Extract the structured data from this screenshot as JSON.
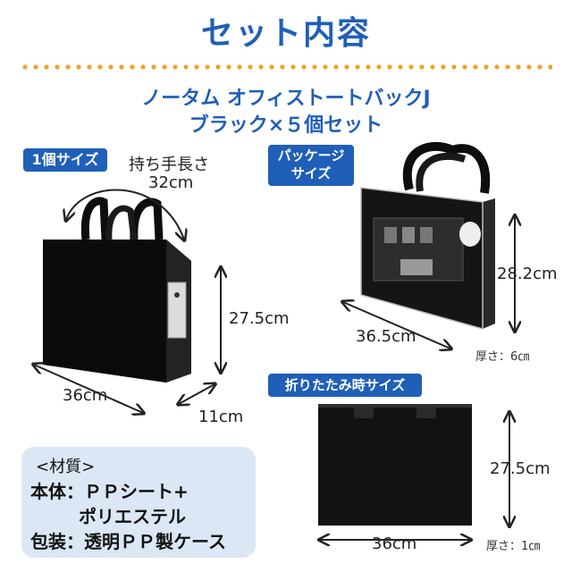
{
  "header": {
    "title": "セット内容",
    "product_line1": "ノータム オフィストートバックJ",
    "product_line2": "ブラック×５個セット"
  },
  "single": {
    "badge": "1個サイズ",
    "handle_label": "持ち手長さ",
    "handle_value": "32cm",
    "height": "27.5cm",
    "width": "36cm",
    "depth": "11cm"
  },
  "package": {
    "badge_line1": "パッケージ",
    "badge_line2": "サイズ",
    "height": "28.2cm",
    "width": "36.5cm",
    "thickness": "厚さ：6㎝"
  },
  "folded": {
    "badge": "折りたたみ時サイズ",
    "height": "27.5cm",
    "width": "36cm",
    "thickness": "厚さ：1㎝"
  },
  "material": {
    "heading": "<材質>",
    "body_line1": "本体：ＰＰシート+",
    "body_line2": "ポリエステル",
    "package_line": "包装：透明ＰＰ製ケース"
  },
  "colors": {
    "accent": "#1f5fb8",
    "dots": "#f0a12b",
    "material_bg": "#dbe7f5"
  }
}
